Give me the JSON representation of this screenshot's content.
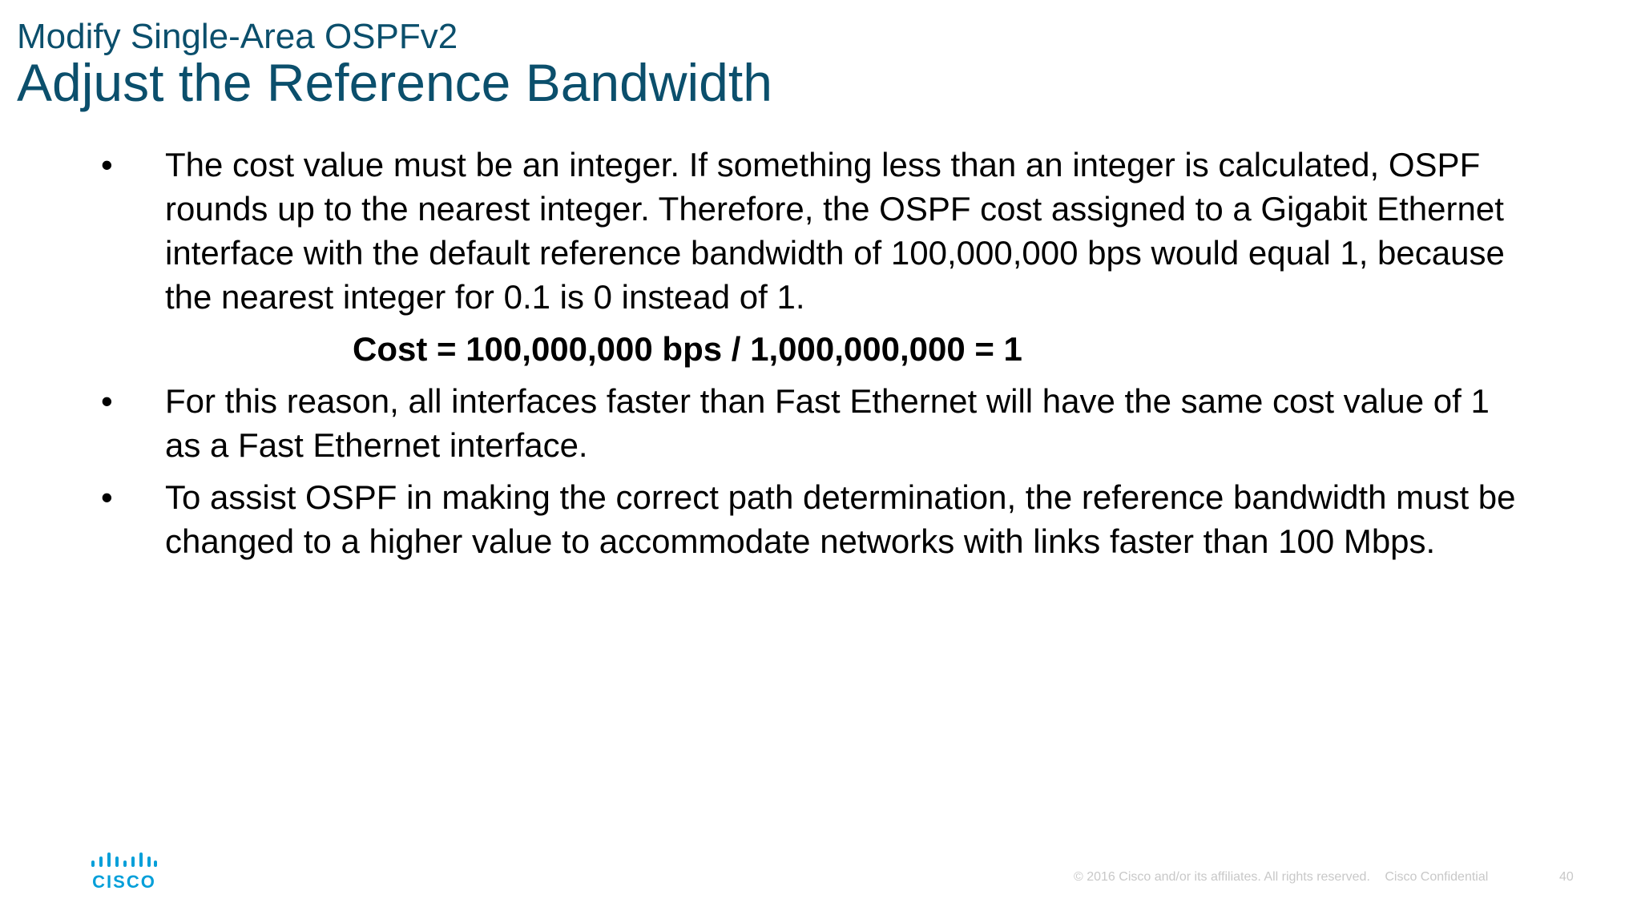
{
  "slide": {
    "subtitle": "Modify Single-Area OSPFv2",
    "title": "Adjust the Reference Bandwidth"
  },
  "bullets": [
    {
      "marker": "•",
      "text": "The cost value must be an integer. If something less than an integer is calculated, OSPF rounds up to the nearest integer. Therefore, the OSPF cost assigned to a Gigabit Ethernet interface with the default reference bandwidth of 100,000,000 bps would equal 1, because the nearest integer for 0.1 is 0 instead of 1."
    },
    {
      "marker": "•",
      "text": "For this reason, all interfaces faster than Fast Ethernet will have the same cost value of 1 as a Fast Ethernet interface."
    },
    {
      "marker": "•",
      "text": "To assist OSPF in making the correct path determination, the reference bandwidth must be changed to a higher value to accommodate networks with links faster than 100 Mbps."
    }
  ],
  "formula": "Cost = 100,000,000 bps / 1,000,000,000 = 1",
  "footer": {
    "copyright": "© 2016  Cisco and/or its affiliates. All rights reserved.",
    "confidential": "Cisco Confidential",
    "page_number": "40"
  },
  "logo": {
    "text": "CISCO",
    "color": "#049fd9"
  },
  "colors": {
    "title": "#0b4f6c",
    "footer": "#c8c8c8"
  }
}
